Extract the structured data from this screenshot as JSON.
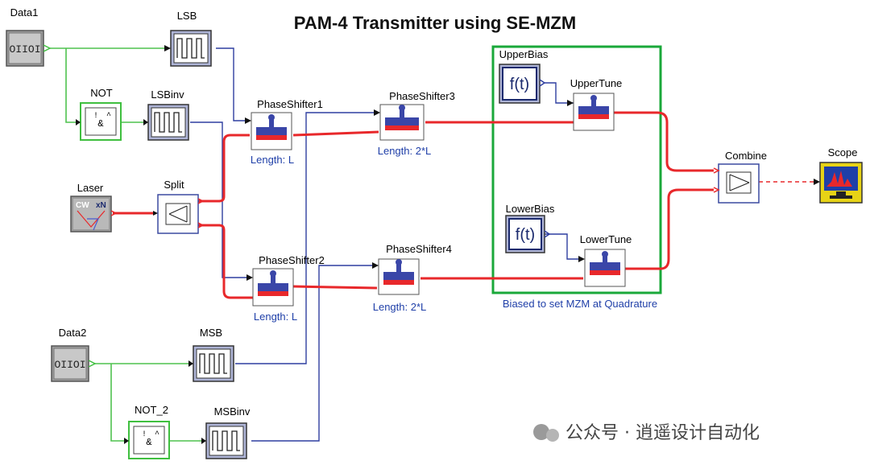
{
  "title": "PAM-4 Transmitter using SE-MZM",
  "blocks": {
    "data1": "Data1",
    "data2": "Data2",
    "data1_icon": "OIIOI",
    "data2_icon": "OIIOI",
    "lsb": "LSB",
    "lsbinv": "LSBinv",
    "msb": "MSB",
    "msbinv": "MSBinv",
    "not": "NOT",
    "not2": "NOT_2",
    "laser": "Laser",
    "laser_icon_cw": "CW",
    "laser_icon_xn": "xN",
    "split": "Split",
    "ps1": "PhaseShifter1",
    "ps2": "PhaseShifter2",
    "ps3": "PhaseShifter3",
    "ps4": "PhaseShifter4",
    "upperbias": "UpperBias",
    "lowerbias": "LowerBias",
    "fx": "f(t)",
    "uppertune": "UpperTune",
    "lowertune": "LowerTune",
    "combine": "Combine",
    "scope": "Scope"
  },
  "annotations": {
    "ps1_len": "Length: L",
    "ps2_len": "Length: L",
    "ps3_len": "Length: 2*L",
    "ps4_len": "Length: 2*L",
    "mzm_note": "Biased to set MZM at Quadrature"
  },
  "watermark": "公众号 · 逍遥设计自动化",
  "colors": {
    "optical": "#e8282b",
    "electrical": "#2f3fa0",
    "digital": "#3fbf3f",
    "frame": "#1aa83a"
  }
}
